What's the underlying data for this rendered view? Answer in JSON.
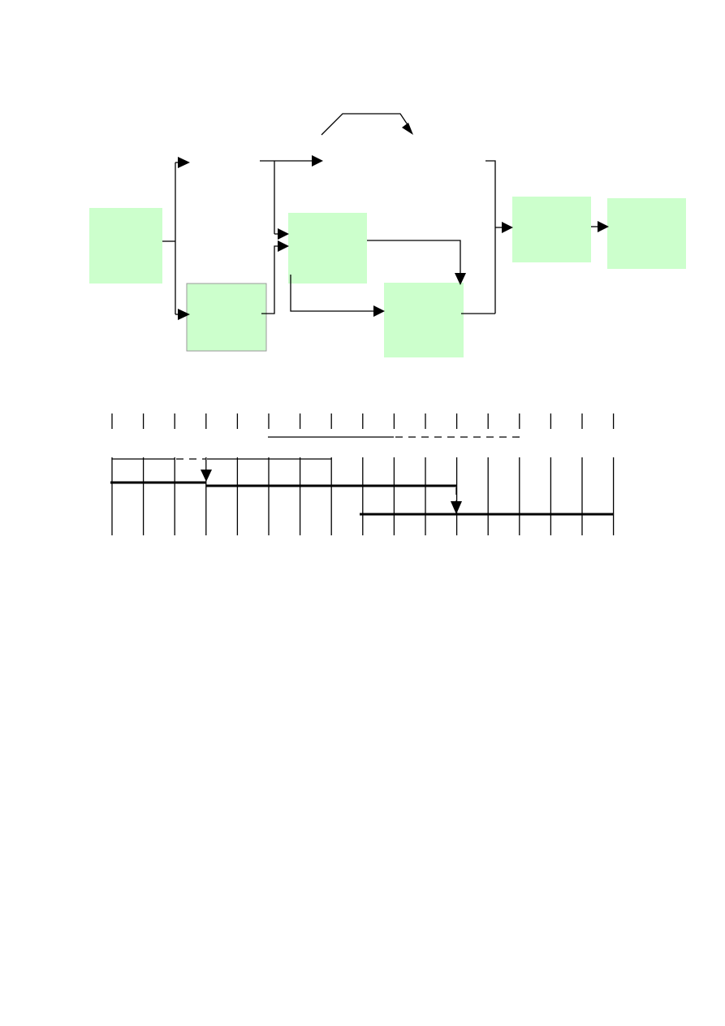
{
  "diagram": {
    "nodes": [
      {
        "id": "n1",
        "label": ""
      },
      {
        "id": "n2",
        "label": ""
      },
      {
        "id": "n3",
        "label": ""
      },
      {
        "id": "n4",
        "label": ""
      },
      {
        "id": "n5",
        "label": ""
      },
      {
        "id": "n6",
        "label": ""
      }
    ],
    "colors": {
      "node_fill": "#ccffcc",
      "line": "#000000"
    }
  },
  "timeline": {
    "column_count": 17
  }
}
